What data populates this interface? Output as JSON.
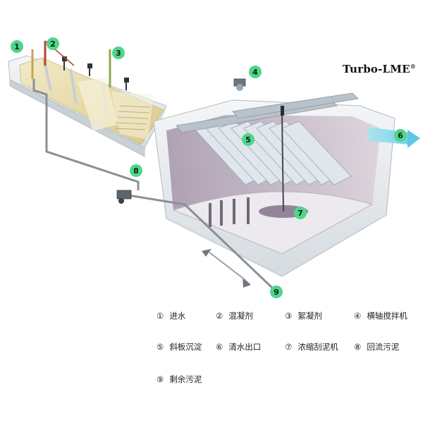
{
  "brand": {
    "name": "Turbo-LME",
    "mark": "®"
  },
  "markers": [
    "1",
    "2",
    "3",
    "4",
    "5",
    "6",
    "7",
    "8",
    "9"
  ],
  "legend": [
    {
      "num": "①",
      "label": "进水"
    },
    {
      "num": "②",
      "label": "混凝剂"
    },
    {
      "num": "③",
      "label": "絮凝剂"
    },
    {
      "num": "④",
      "label": "横轴搅拌机"
    },
    {
      "num": "⑤",
      "label": "斜板沉淀"
    },
    {
      "num": "⑥",
      "label": "清水出口"
    },
    {
      "num": "⑦",
      "label": "浓缩刮泥机"
    },
    {
      "num": "⑧",
      "label": "回流污泥"
    },
    {
      "num": "⑨",
      "label": "剩余污泥"
    }
  ],
  "colors": {
    "marker": "#4ed68a",
    "water": "#e9dca8",
    "tank_wall": "#e6eaee",
    "tank_inner": "#b9a7b8",
    "plates": "#d9e3ea",
    "outflow": "#7fd6ea",
    "pipe": "#8a9096"
  }
}
